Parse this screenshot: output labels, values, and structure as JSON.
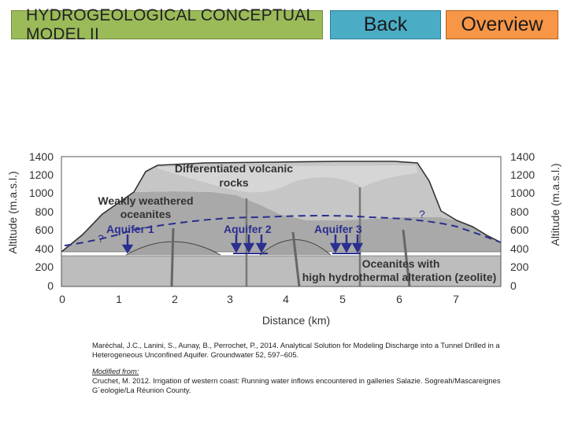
{
  "header": {
    "title": "HYDROGEOLOGICAL CONCEPTUAL MODEL II",
    "back_label": "Back",
    "overview_label": "Overview"
  },
  "diagram": {
    "y_axis_left_label": "Altitude (m.a.s.l.)",
    "y_axis_right_label": "Altitude (m.a.s.l.)",
    "x_axis_label": "Distance (km)",
    "y_ticks": [
      "1400",
      "1200",
      "1000",
      "800",
      "600",
      "400",
      "200",
      "0"
    ],
    "x_ticks": [
      "0",
      "1",
      "2",
      "3",
      "4",
      "5",
      "6",
      "7"
    ],
    "labels": {
      "differentiated_1": "Differentiated volcanic",
      "differentiated_2": "rocks",
      "weathered_1": "Weakly weathered",
      "weathered_2": "oceanites",
      "aquifer1": "Aquifer 1",
      "aquifer2": "Aquifer 2",
      "aquifer3": "Aquifer 3",
      "oceanites_1": "Oceanites with",
      "oceanites_2": "high hydrothermal alteration (zeolite)",
      "q_left": "?",
      "q_right": "?"
    },
    "colors": {
      "upper_unit": "#c6c6c6",
      "middle_unit": "#a9a9a9",
      "lower_unit": "#bdbdbd",
      "water_table": "#2b2f8f",
      "tunnel": "#ffffff"
    }
  },
  "references": {
    "citation": "Maréchal, J.C., Lanini, S., Aunay, B., Perrochet, P., 2014. Analytical Solution for Modeling Discharge into a Tunnel Drilled in a Heterogeneous Unconfined Aquifer. Groundwater 52, 597–605.",
    "modified_from": "Modified from:",
    "source": "Cruchet, M. 2012. Irrigation of western coast: Running water inflows encountered in galleries Salazie. Sogreah/Mascareignes G´eologie/La Réunion County."
  }
}
